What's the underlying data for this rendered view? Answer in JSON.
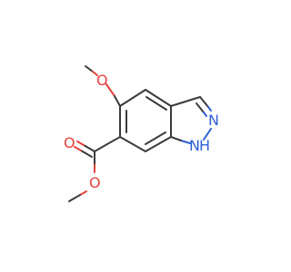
{
  "molecule": {
    "atoms": {
      "o_methoxy": "O",
      "o_carbonyl": "O",
      "o_ester": "O",
      "n2": "N",
      "n1h": "N",
      "h": "H"
    },
    "colors": {
      "bond": "#3a3a3a",
      "oxygen": "#e8413a",
      "nitrogen": "#2f5fd8",
      "background": "#ffffff"
    }
  }
}
